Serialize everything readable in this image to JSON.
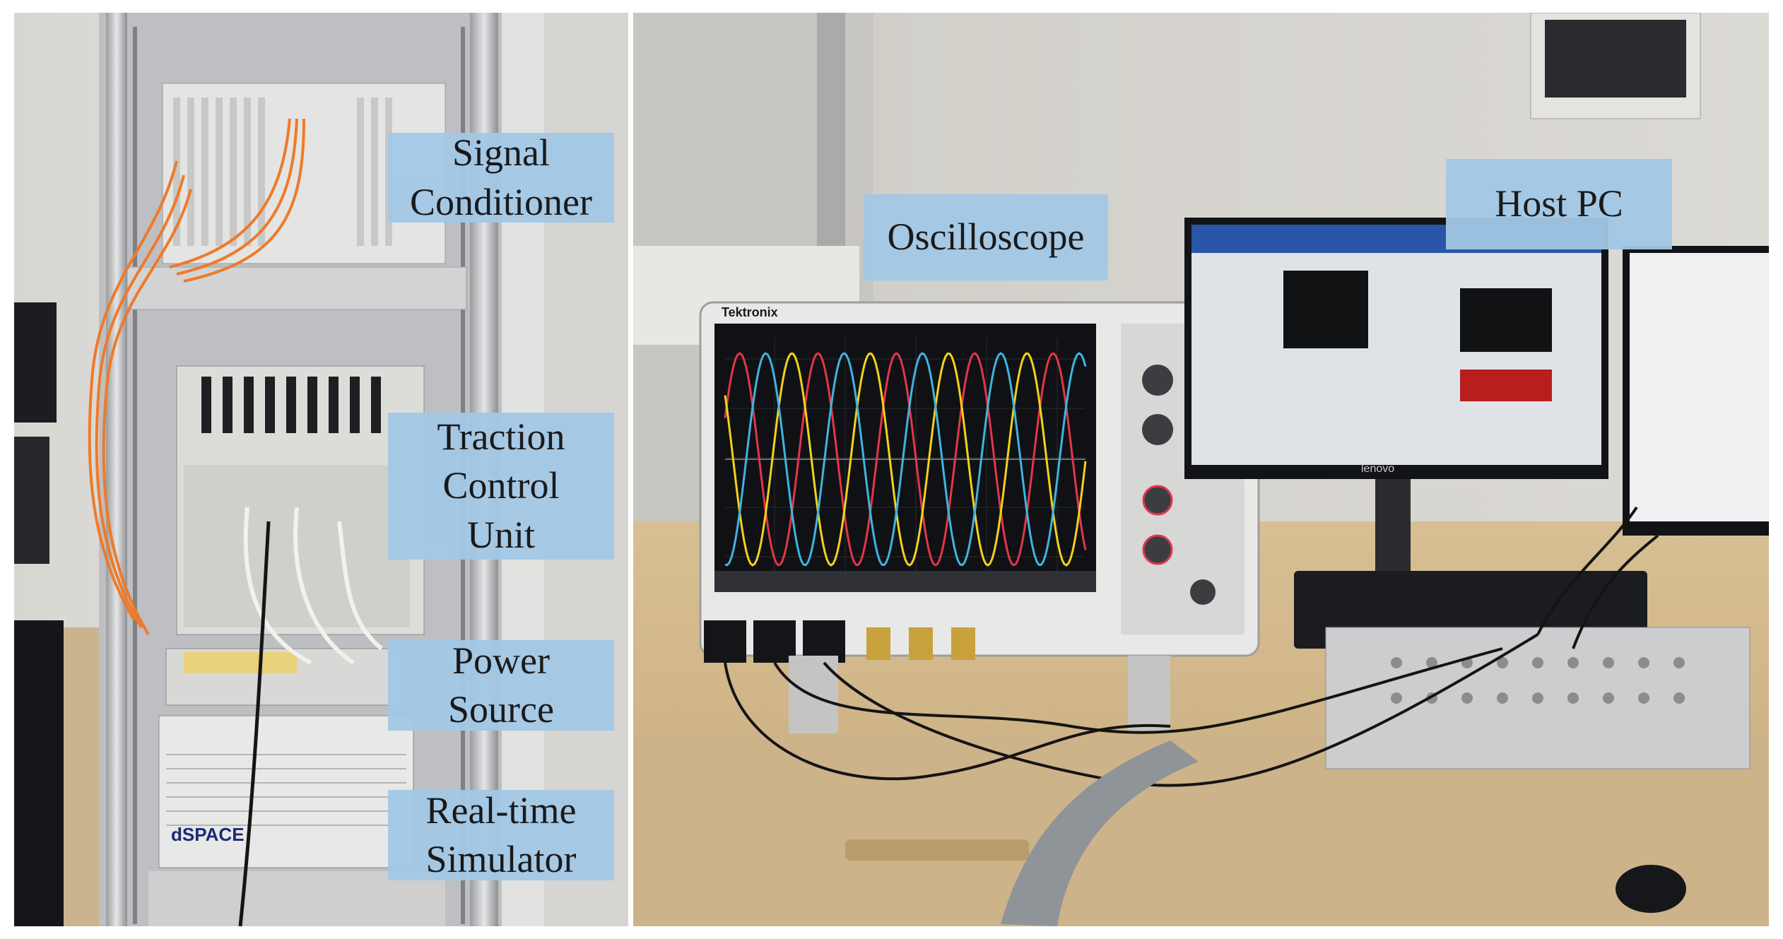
{
  "labels": {
    "signal_conditioner": [
      "Signal",
      "Conditioner"
    ],
    "traction_control_unit": [
      "Traction",
      "Control",
      "Unit"
    ],
    "power_source": [
      "Power",
      "Source"
    ],
    "real_time_simulator": [
      "Real-time",
      "Simulator"
    ],
    "oscilloscope": [
      "Oscilloscope"
    ],
    "host_pc": [
      "Host PC"
    ]
  },
  "photo_text": {
    "dspace_brand": "dSPACE",
    "scope_brand": "Tektronix",
    "monitor_brand": "lenovo"
  },
  "colors": {
    "label_bg": "#a3c8e6",
    "wave_red": "#e2364a",
    "wave_yellow": "#f2d21b",
    "wave_cyan": "#3fb4e0",
    "cable_orange": "#ee7a2a"
  }
}
